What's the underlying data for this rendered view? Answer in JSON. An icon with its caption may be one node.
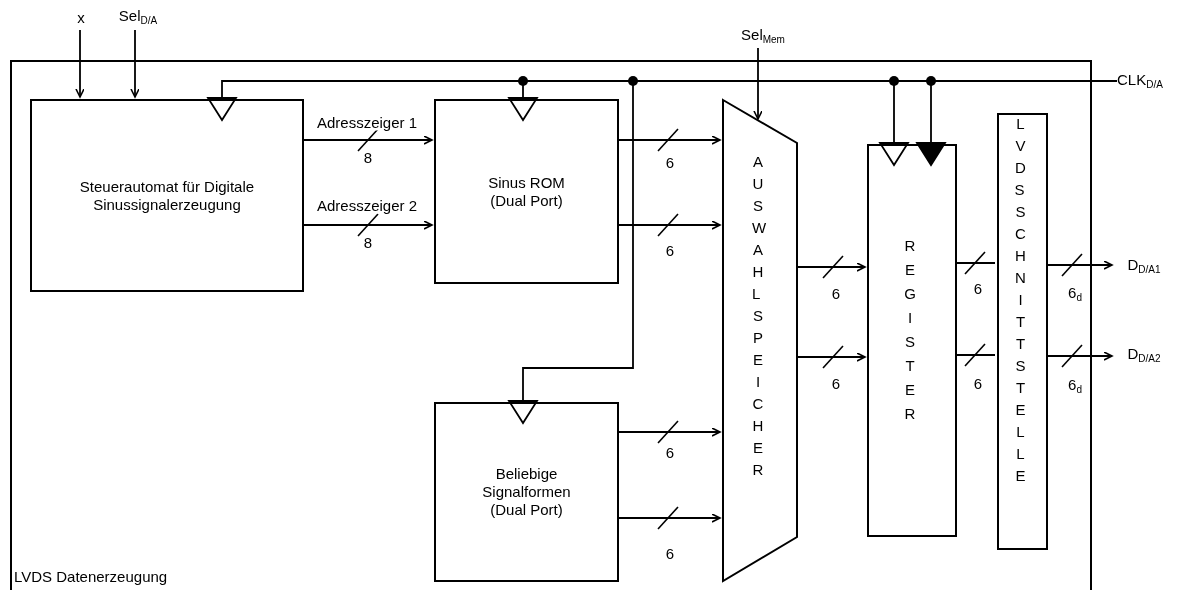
{
  "diagram": {
    "nodes": [
      {
        "text": [
          "LVDS Datenerzeugung"
        ]
      },
      {
        "text": [
          "x"
        ]
      },
      {
        "text": [
          "Sel$_{D/A}$"
        ]
      },
      {
        "text": [
          "Sel$_{Mem}$"
        ]
      },
      {
        "text": [
          "CLK$_{D/A}$"
        ]
      },
      {
        "text": [
          "Steuerautomat für Digitale Sinussignalerzeugung"
        ],
        "in": 0
      },
      {
        "text": [
          "Sinus ROM (Dual Port)"
        ],
        "in": 0
      },
      {
        "text": [
          "Beliebige Signalformen (Dual Port)"
        ],
        "in": 0
      },
      {
        "text": [
          "AUSWAHL SPEICHER"
        ],
        "in": 0
      },
      {
        "text": [
          "REGISTER"
        ],
        "in": 0
      },
      {
        "text": [
          "LVDS SCHNITTSTELLE"
        ],
        "in": 0
      },
      {
        "text": [
          "D$_{D/A1}$"
        ]
      },
      {
        "text": [
          "D$_{D/A2}$"
        ]
      }
    ],
    "edges": [
      {
        "from": 1,
        "to": 5,
        "arrow": "to"
      },
      {
        "from": 2,
        "to": 5,
        "arrow": "to"
      },
      {
        "from": 3,
        "to": 8,
        "arrow": "to"
      },
      {
        "from": 4,
        "to": 5,
        "arrow": "to"
      },
      {
        "from": 4,
        "to": 6,
        "arrow": "to"
      },
      {
        "from": 4,
        "to": 7,
        "arrow": "to"
      },
      {
        "from": 4,
        "to": 9,
        "arrow": "to"
      },
      {
        "from": 4,
        "to": 9,
        "arrow": "to"
      },
      {
        "from": 5,
        "to": 6,
        "arrow": "to",
        "label": "Adresszeiger 1"
      },
      {
        "from": 5,
        "to": 6,
        "arrow": "to",
        "label": "Adresszeiger 2"
      },
      {
        "from": 6,
        "to": 8,
        "arrow": "to"
      },
      {
        "from": 6,
        "to": 8,
        "arrow": "to"
      },
      {
        "from": 7,
        "to": 8,
        "arrow": "to"
      },
      {
        "from": 7,
        "to": 8,
        "arrow": "to"
      },
      {
        "from": 8,
        "to": 9,
        "arrow": "to"
      },
      {
        "from": 8,
        "to": 9,
        "arrow": "to"
      },
      {
        "from": 9,
        "to": 10,
        "arrow": "none"
      },
      {
        "from": 9,
        "to": 10,
        "arrow": "none"
      },
      {
        "from": 10,
        "to": 11,
        "arrow": "to"
      },
      {
        "from": 10,
        "to": 12,
        "arrow": "to"
      }
    ],
    "labels": [
      "8",
      "8",
      "6",
      "6",
      "6",
      "6",
      "6$_{d}$",
      "6",
      "6",
      "6$_{d}$",
      "6",
      "6"
    ]
  }
}
